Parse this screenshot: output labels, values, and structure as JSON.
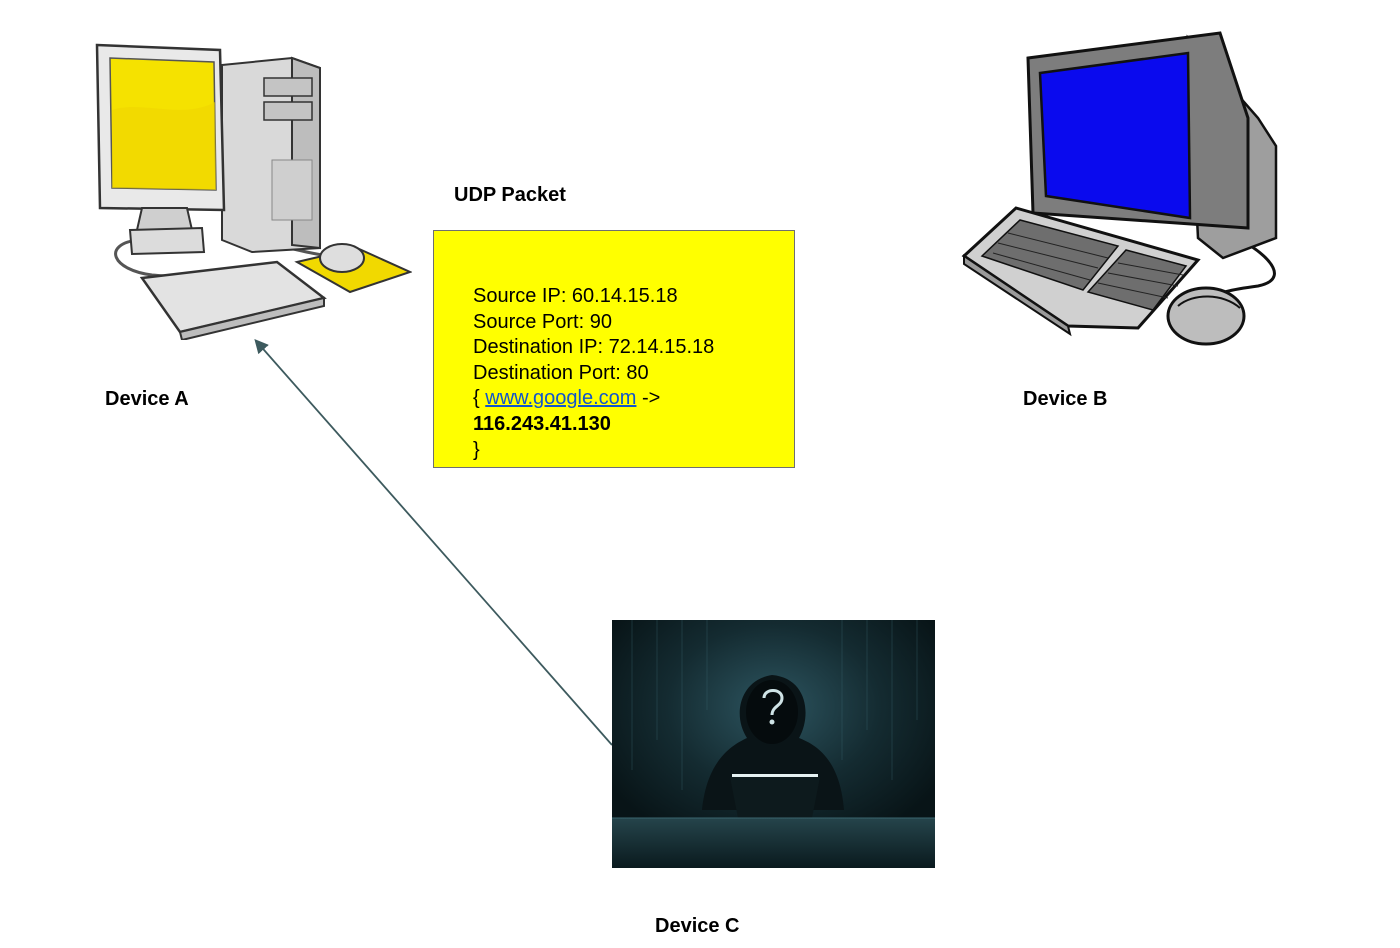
{
  "devices": {
    "a": {
      "label": "Device A",
      "screen_color": "#f5e200"
    },
    "b": {
      "label": "Device B",
      "screen_color": "#0a0aee"
    },
    "c": {
      "label": "Device C"
    }
  },
  "packet": {
    "title": "UDP Packet",
    "background": "#ffff00",
    "lines": {
      "source_ip": "Source IP: 60.14.15.18",
      "source_port": "Source Port: 90",
      "destination_ip": "Destination IP: 72.14.15.18",
      "destination_port": "Destination Port: 80",
      "payload_open": "{ ",
      "payload_link": "www.google.com",
      "payload_arrow": " ->",
      "payload_ip": "116.243.41.130",
      "payload_close": "}"
    }
  },
  "icons": {
    "device_a": "desktop-computer-icon",
    "device_b": "crt-computer-icon",
    "device_c": "hooded-hacker-image"
  },
  "connector": {
    "from": "Device C",
    "to": "Device A",
    "color": "#3d5a5e"
  }
}
